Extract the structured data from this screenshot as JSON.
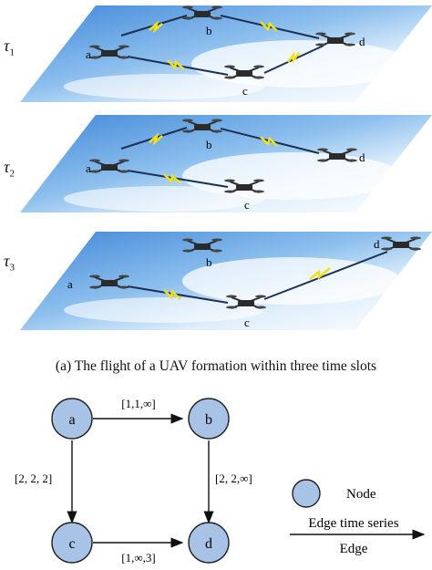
{
  "panel_a": {
    "slots": [
      {
        "label": "τ",
        "sub": "1",
        "nodes": [
          "a",
          "b",
          "c",
          "d"
        ]
      },
      {
        "label": "τ",
        "sub": "2",
        "nodes": [
          "a",
          "b",
          "c",
          "d"
        ]
      },
      {
        "label": "τ",
        "sub": "3",
        "nodes": [
          "a",
          "b",
          "c",
          "d"
        ]
      }
    ],
    "caption": "(a) The flight of a UAV formation within three time slots"
  },
  "panel_b": {
    "nodes": [
      {
        "id": "a",
        "label": "a"
      },
      {
        "id": "b",
        "label": "b"
      },
      {
        "id": "c",
        "label": "c"
      },
      {
        "id": "d",
        "label": "d"
      }
    ],
    "edges": [
      {
        "from": "a",
        "to": "b",
        "label": "[1,1,∞]"
      },
      {
        "from": "a",
        "to": "c",
        "label": "[2, 2, 2]"
      },
      {
        "from": "b",
        "to": "d",
        "label": "[2, 2,∞]"
      },
      {
        "from": "c",
        "to": "d",
        "label": "[1,∞,3]"
      }
    ],
    "legend": {
      "node_label": "Node",
      "edge_series_label": "Edge time series",
      "edge_label": "Edge"
    },
    "colors": {
      "node_fill": "#a9c3e6",
      "node_stroke": "#222222"
    }
  }
}
